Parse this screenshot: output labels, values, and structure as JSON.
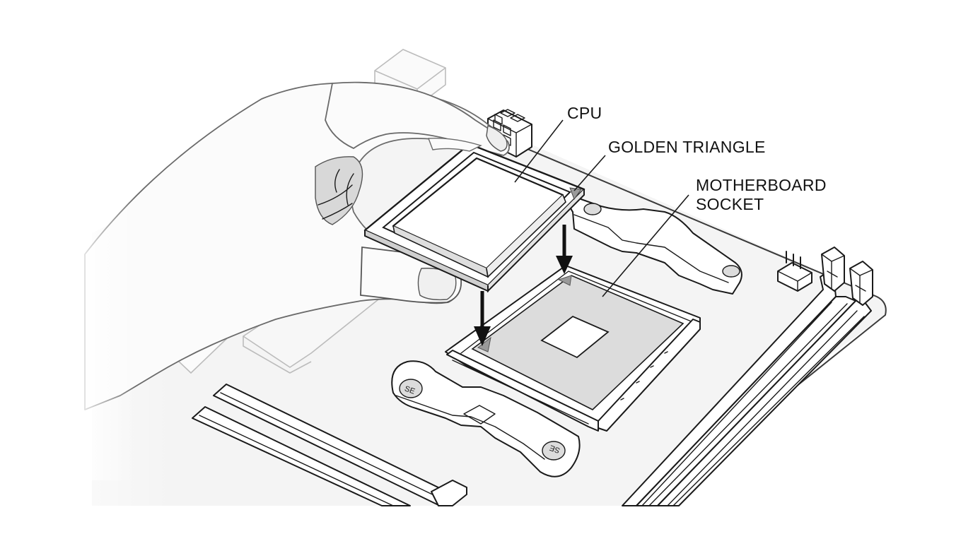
{
  "labels": {
    "cpu": "CPU",
    "golden_triangle": "GOLDEN TRIANGLE",
    "motherboard_socket_line1": "MOTHERBOARD",
    "motherboard_socket_line2": "SOCKET"
  },
  "latch_markings": {
    "front_left": "SE",
    "front_right": "SE"
  },
  "colors": {
    "line": "#1a1a1a",
    "board": "#f4f4f4",
    "shade": "#dcdcdc",
    "arrow": "#111111",
    "triangle": "#9a9a9a"
  }
}
